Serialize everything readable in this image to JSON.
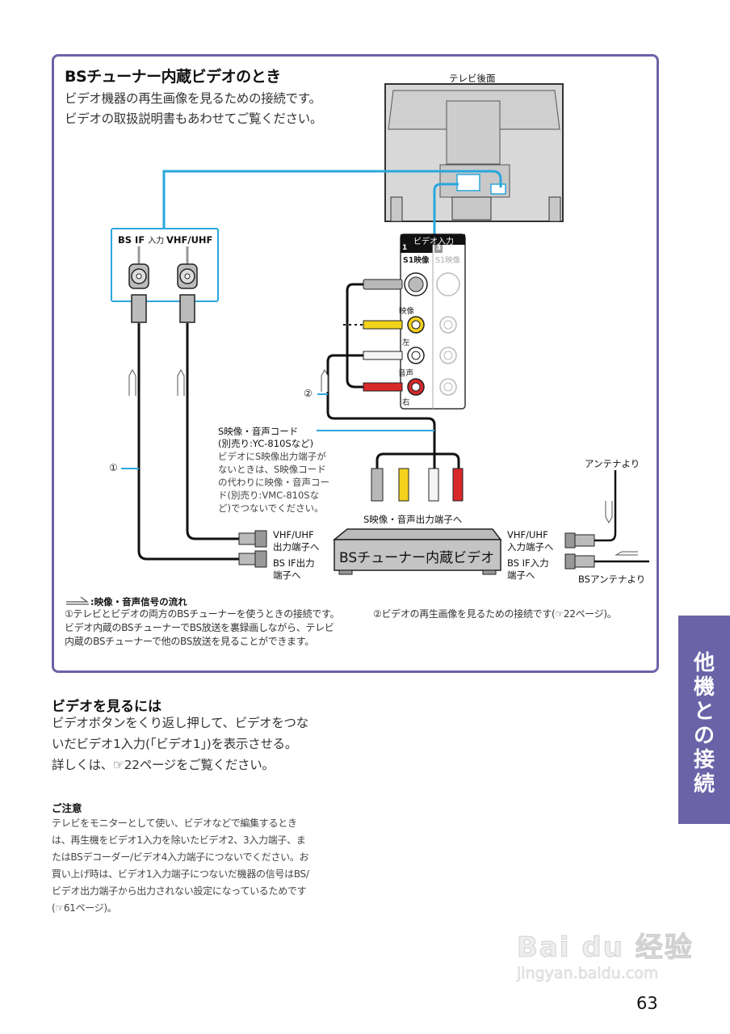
{
  "section_title": "BSチューナー内蔵ビデオのとき",
  "intro_lines": [
    "ビデオ機器の再生画像を見るための接続です。",
    "ビデオの取扱説明書もあわせてご覧ください。"
  ],
  "tv": {
    "label": "テレビ後面"
  },
  "antenna_panel": {
    "bs_if_label": "BS IF",
    "bs_if_suffix": "入力",
    "vhf_uhf_label": "VHF/UHF"
  },
  "video_input_panel": {
    "header": "ビデオ入力",
    "col1_number": "1",
    "col3_number": "3",
    "col1_s_label": "S1映像",
    "col3_s_label": "S1映像",
    "video_label": "映像",
    "left_label": "左",
    "audio_label": "音声",
    "right_label": "右"
  },
  "callouts": {
    "circle1": "①",
    "circle2": "②"
  },
  "cord_note": {
    "title": "S映像・音声コード",
    "model": "(別売り:YC-810Sなど)",
    "body_lines": [
      "ビデオにS映像出力端子が",
      "ないときは、S映像コード",
      "の代わりに映像・音声コー",
      "ド(別売り:VMC-810Sな",
      "ど)でつないでください。"
    ]
  },
  "vcr": {
    "name": "BSチューナー内蔵ビデオ",
    "output_plugs_label": "S映像・音声出力端子へ",
    "left_top_label": [
      "VHF/UHF",
      "出力端子へ"
    ],
    "left_bottom_label": [
      "BS IF出力",
      "端子へ"
    ],
    "right_top_label": [
      "VHF/UHF",
      "入力端子へ"
    ],
    "right_bottom_label": [
      "BS IF入力",
      "端子へ"
    ]
  },
  "antenna_sources": {
    "terrestrial": "アンテナより",
    "bs": "BSアンテナより"
  },
  "legend": {
    "text": ":映像・音声信号の流れ"
  },
  "footnotes": {
    "note1": "①テレビとビデオの両方のBSチューナーを使うときの接続です。ビデオ内蔵のBSチューナーでBS放送を裏録画しながら、テレビ内蔵のBSチューナーで他のBS放送を見ることができます。",
    "note2": "②ビデオの再生画像を見るための接続です(☞22ページ)。"
  },
  "watch_section": {
    "title": "ビデオを見るには",
    "lines": [
      "ビデオボタンをくり返し押して、ビデオをつな",
      "いだビデオ1入力(「ビデオ1」)を表示させる。",
      "詳しくは、☞22ページをご覧ください。"
    ]
  },
  "caution": {
    "title": "ご注意",
    "lines": [
      "テレビをモニターとして使い、ビデオなどで編集するとき",
      "は、再生機をビデオ1入力を除いたビデオ2、3入力端子、ま",
      "たはBSデコーダー/ビデオ4入力端子につないでください。お",
      "買い上げ時は、ビデオ1入力端子につないだ機器の信号はBS/",
      "ビデオ出力端子から出力されない設定になっているためです",
      "(☞61ページ)。"
    ]
  },
  "side_tab": {
    "text_chars": [
      "他",
      "機",
      "と",
      "の",
      "接",
      "続"
    ]
  },
  "watermark": {
    "brand": "Bai du 经验",
    "url": "jingyan.baidu.com"
  },
  "page_number": "63",
  "colors": {
    "accent": "#6a63a8",
    "cable_blue": "#2aa6dc",
    "plug_yellow": "#f2d21b",
    "plug_red": "#d8282a",
    "plug_white": "#f4f4f4",
    "plug_gray": "#b8b8b8"
  }
}
